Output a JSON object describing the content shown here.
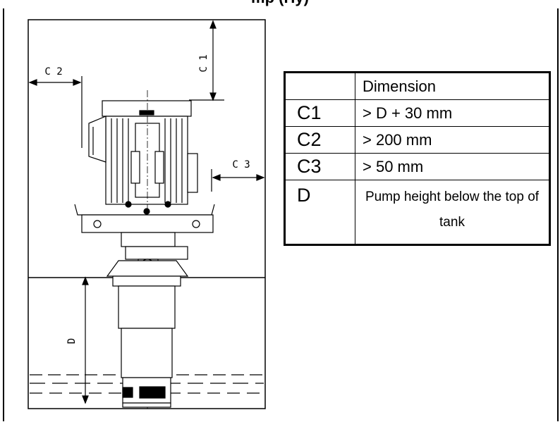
{
  "page": {
    "title": "mp (Hy)"
  },
  "diagram": {
    "labels": {
      "c1": "C 1",
      "c2": "C 2",
      "c3": "C 3",
      "d": "D"
    }
  },
  "table": {
    "header": {
      "col1": "",
      "col2": "Dimension"
    },
    "rows": [
      {
        "key": "C1",
        "value": "> D + 30 mm"
      },
      {
        "key": "C2",
        "value": "> 200 mm"
      },
      {
        "key": "C3",
        "value": "> 50 mm"
      },
      {
        "key": "D",
        "value": "Pump height below the top of tank"
      }
    ]
  }
}
